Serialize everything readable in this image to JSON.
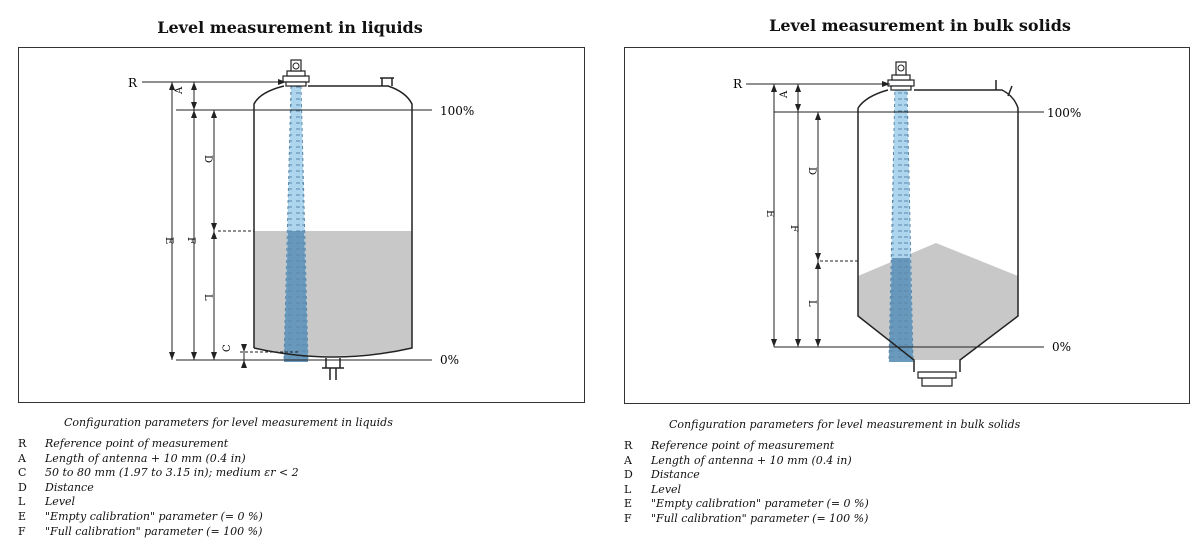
{
  "liquids": {
    "title": "Level measurement in liquids",
    "caption": "Configuration parameters for level measurement in liquids",
    "labels": {
      "R": "R",
      "A": "A",
      "D": "D",
      "E": "E",
      "F": "F",
      "L": "L",
      "C": "C",
      "full": "100%",
      "empty": "0%"
    },
    "legend": [
      {
        "key": "R",
        "text": "Reference point of measurement"
      },
      {
        "key": "A",
        "text": "Length of antenna + 10 mm (0.4 in)"
      },
      {
        "key": "C",
        "text": "50 to 80 mm (1.97 to 3.15 in); medium εr < 2"
      },
      {
        "key": "D",
        "text": "Distance"
      },
      {
        "key": "L",
        "text": "Level"
      },
      {
        "key": "E",
        "text": "\"Empty calibration\" parameter (= 0 %)"
      },
      {
        "key": "F",
        "text": "\"Full calibration\" parameter (= 100 %)"
      }
    ]
  },
  "solids": {
    "title": "Level measurement in bulk solids",
    "caption": "Configuration parameters for level measurement in bulk solids",
    "labels": {
      "R": "R",
      "A": "A",
      "D": "D",
      "E": "E",
      "F": "F",
      "L": "L",
      "full": "100%",
      "empty": "0%"
    },
    "legend": [
      {
        "key": "R",
        "text": "Reference point of measurement"
      },
      {
        "key": "A",
        "text": "Length of antenna + 10 mm (0.4 in)"
      },
      {
        "key": "D",
        "text": "Distance"
      },
      {
        "key": "L",
        "text": "Level"
      },
      {
        "key": "E",
        "text": "\"Empty calibration\" parameter (= 0 %)"
      },
      {
        "key": "F",
        "text": "\"Full calibration\" parameter (= 100 %)"
      }
    ]
  },
  "colors": {
    "medium": "#c8c8c8",
    "beam": "#a9d3ec",
    "beam_dashes": "#5a88aa",
    "outline": "#222222"
  }
}
